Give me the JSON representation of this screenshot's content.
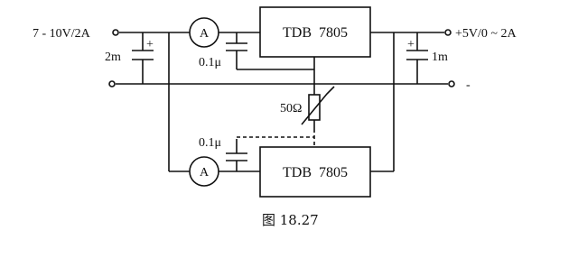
{
  "input_label": "7 - 10V/2A",
  "output_label": "+5V/0 ~ 2A",
  "minus_label": "-",
  "plus_sign": "+",
  "regulator_top_label": "TDB  7805",
  "regulator_bottom_label": "TDB  7805",
  "ammeter_label": "A",
  "cap_input_label": "2m",
  "cap_output_label": "1m",
  "cap_top_label": "0.1μ",
  "cap_bottom_label": "0.1μ",
  "resistor_label": "50Ω",
  "caption": "图 18.27"
}
